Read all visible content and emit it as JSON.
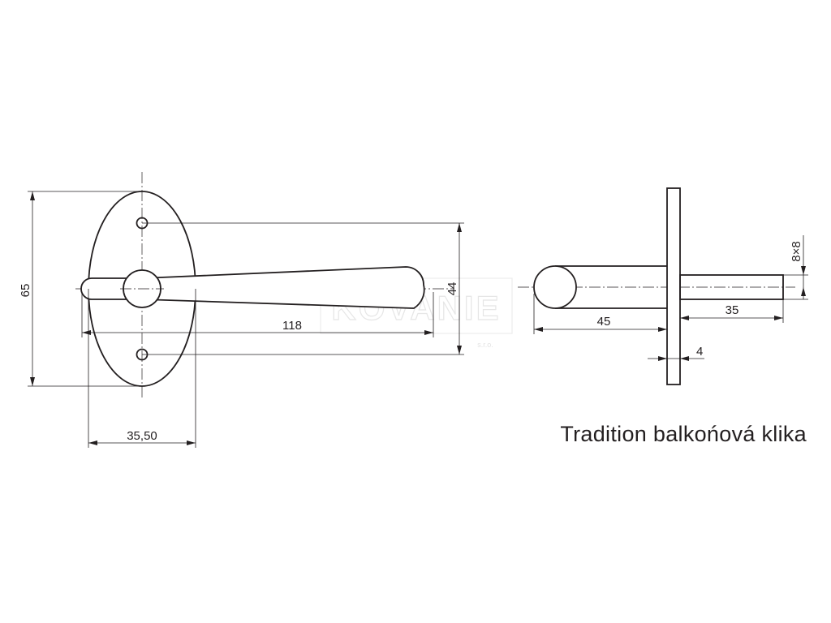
{
  "title": "Tradition balkońová klika",
  "watermark": {
    "brand": "KOVANIE",
    "sub": "s.r.o."
  },
  "front_view": {
    "dimensions": {
      "plate_height": "65",
      "distance_center": "44",
      "handle_length": "118",
      "plate_width": "35,50"
    }
  },
  "side_view": {
    "dimensions": {
      "spindle_square": "8×8",
      "handle_projection": "45",
      "spindle_length": "35",
      "plate_thickness": "4"
    }
  },
  "colors": {
    "line": "#231f20",
    "background": "#ffffff"
  }
}
